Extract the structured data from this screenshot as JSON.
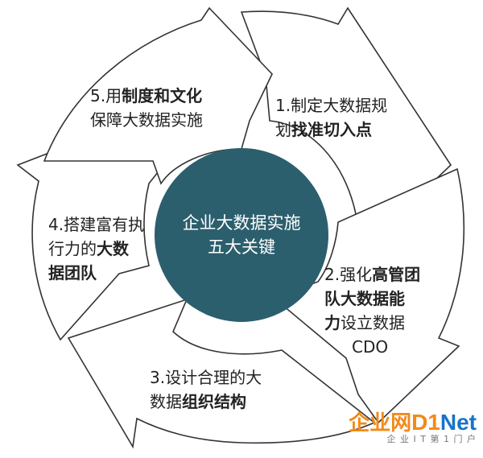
{
  "center": {
    "line1": "企业大数据实施",
    "line2": "五大关键"
  },
  "steps": [
    {
      "line1_normal": "1.制定大数据规",
      "line1_bold": "",
      "line2_normal": "划",
      "line2_bold": "找准切入点"
    },
    {
      "line1_normal": "2.强化",
      "line1_bold": "高管团",
      "line2_bold": "队大数据能",
      "line3_bold": "力",
      "line3_normal": "设立数据",
      "line4_normal": "CDO"
    },
    {
      "line1_normal": "3.设计合理的大",
      "line2_normal": "数据",
      "line2_bold": "组织结构"
    },
    {
      "line1_normal": "4.搭建富有执",
      "line2_normal": "行力的",
      "line2_bold": "大数",
      "line3_bold": "据团队"
    },
    {
      "line1_normal": "5.用",
      "line1_bold": "制度和文化",
      "line2_normal": "保障大数据实施"
    }
  ],
  "watermark": {
    "cn": "企业网",
    "d1": "D1",
    "net": "Net",
    "sub": "企 业 I T 第 1 门 户"
  },
  "colors": {
    "center_fill": "#2c5f6e",
    "outline": "#333333",
    "background": "#ffffff"
  }
}
